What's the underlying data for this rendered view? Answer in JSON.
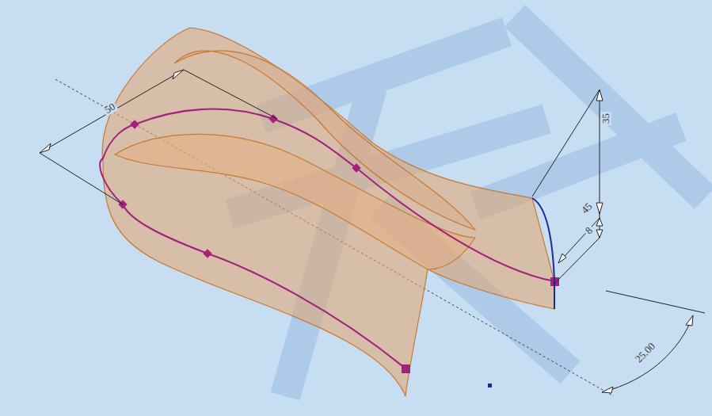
{
  "diagram": {
    "labels": [
      "50",
      "35",
      "45",
      "8",
      "25.00"
    ]
  }
}
